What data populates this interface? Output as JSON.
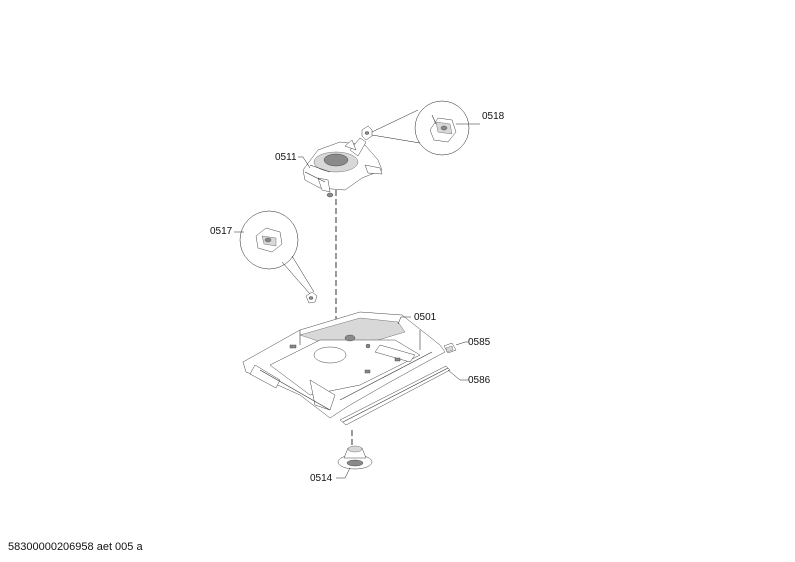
{
  "callouts": {
    "fan_motor": "0511",
    "bracket_top": "0518",
    "bracket_left": "0517",
    "base_plate": "0501",
    "clip": "0585",
    "rail": "0586",
    "foot": "0514"
  },
  "footer_code": "58300000206958 aet 005 a"
}
